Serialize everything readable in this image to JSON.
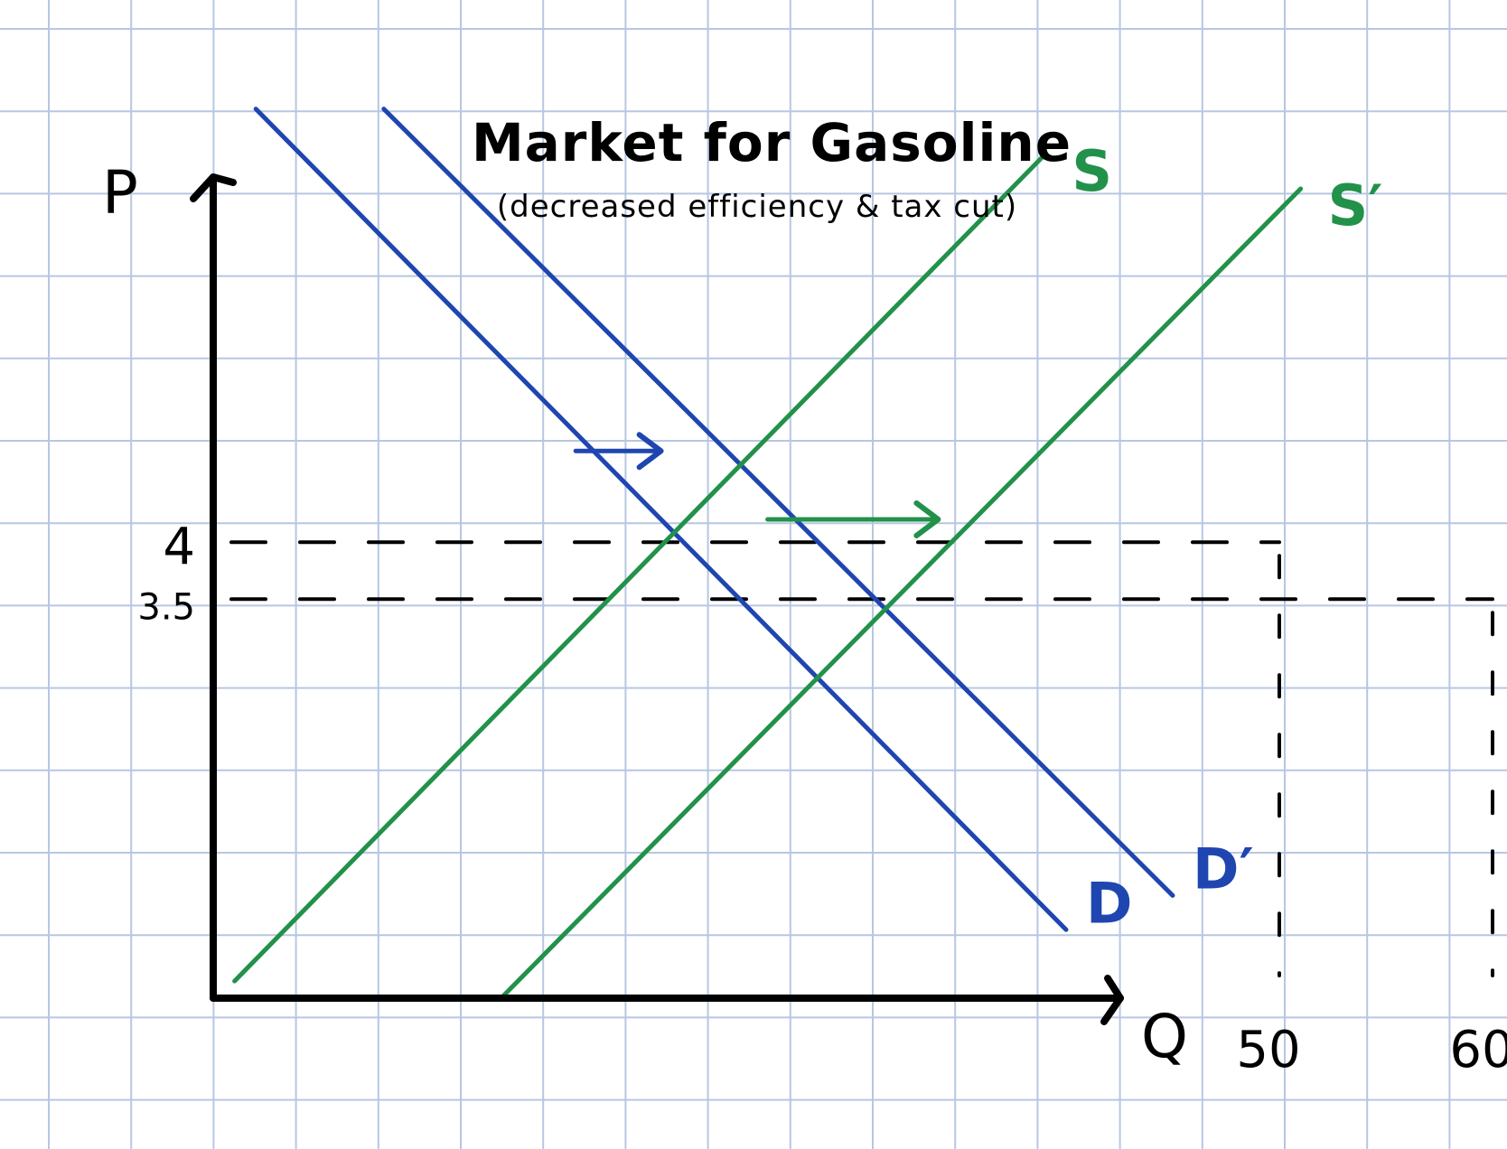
{
  "colors": {
    "grid": "#b6c7e2",
    "axis": "#000000",
    "demand": "#1f46b0",
    "supply": "#22914a",
    "background": "#ffffff"
  },
  "chart_data": {
    "type": "line",
    "title": "Market for Gasoline",
    "subtitle": "(decreased efficiency & tax cut)",
    "xlabel": "Q",
    "ylabel": "P",
    "grid": true,
    "x_ticks": [
      {
        "value": 50,
        "label": "50"
      },
      {
        "value": 60,
        "label": "60"
      }
    ],
    "y_ticks": [
      {
        "value": 4,
        "label": "4"
      },
      {
        "value": 3.5,
        "label": "3.5"
      }
    ],
    "series": [
      {
        "name": "D",
        "role": "demand",
        "color": "#1f46b0",
        "points": [
          [
            2,
            7.8
          ],
          [
            40,
            0.6
          ]
        ]
      },
      {
        "name": "D′",
        "role": "demand",
        "color": "#1f46b0",
        "points": [
          [
            8,
            7.8
          ],
          [
            45,
            0.9
          ]
        ]
      },
      {
        "name": "S",
        "role": "supply",
        "color": "#22914a",
        "points": [
          [
            1,
            0.15
          ],
          [
            39,
            7.4
          ]
        ]
      },
      {
        "name": "S′",
        "role": "supply",
        "color": "#22914a",
        "points": [
          [
            13.5,
            0.0
          ],
          [
            51,
            7.1
          ]
        ]
      }
    ],
    "equilibria": [
      {
        "q": 50,
        "p": 4
      },
      {
        "q": 60,
        "p": 3.5
      }
    ],
    "shift_arrows": [
      {
        "series": "D",
        "to": "D′",
        "color": "#1f46b0",
        "from": [
          17,
          4.8
        ],
        "to_point": [
          21,
          4.8
        ]
      },
      {
        "series": "S",
        "to": "S′",
        "color": "#22914a",
        "from": [
          26,
          4.2
        ],
        "to_point": [
          34,
          4.2
        ]
      }
    ]
  }
}
